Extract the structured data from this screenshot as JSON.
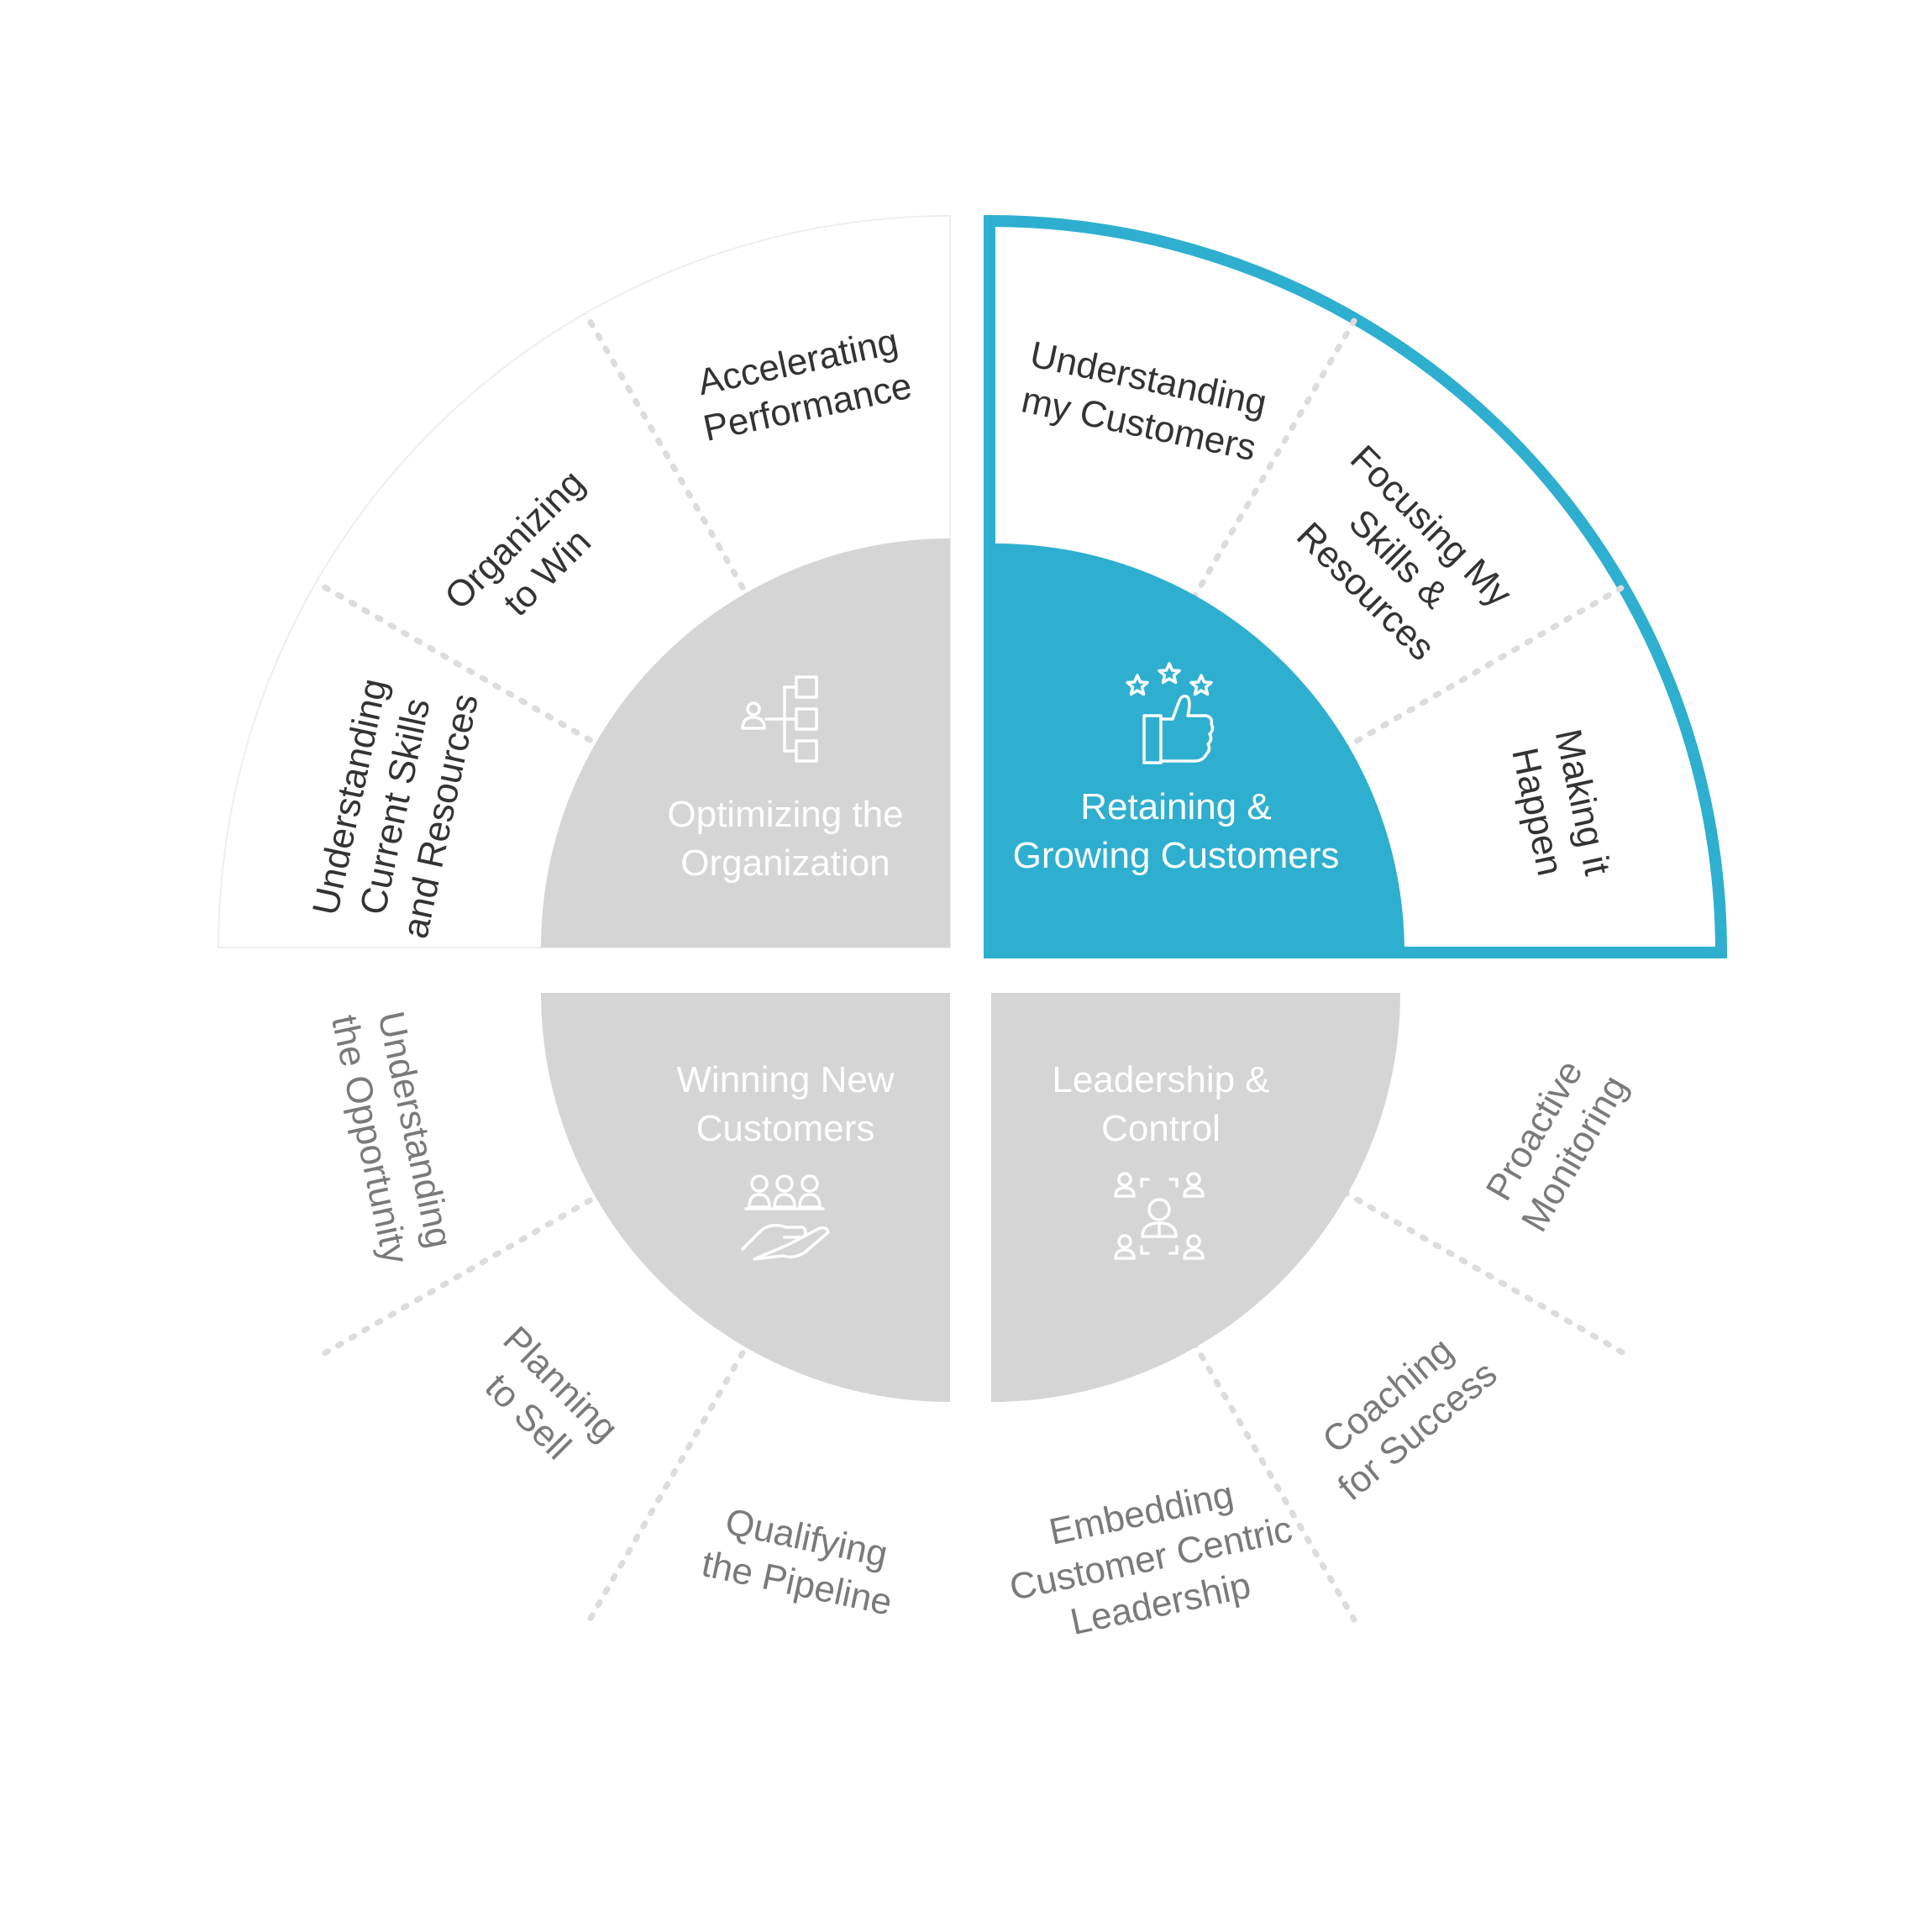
{
  "colors": {
    "accent": "#2eafd0",
    "hub_gray": "#d5d5d5",
    "divider": "#dcdcdc",
    "text_dark": "#333333",
    "text_gray": "#7a7a7a",
    "white": "#ffffff"
  },
  "quadrants": {
    "optimizing": {
      "title_line1": "Optimizing the",
      "title_line2": "Organization",
      "icon": "org-chart-icon",
      "segments": [
        {
          "line1": "Understanding",
          "line2": "Current Skills",
          "line3": "and Resources"
        },
        {
          "line1": "Organizing",
          "line2": "to Win"
        },
        {
          "line1": "Accelerating",
          "line2": "Performance"
        }
      ]
    },
    "retaining": {
      "title_line1": "Retaining &",
      "title_line2": "Growing Customers",
      "icon": "thumbs-up-stars-icon",
      "active": true,
      "segments": [
        {
          "line1": "Understanding",
          "line2": "my Customers"
        },
        {
          "line1": "Focusing My",
          "line2": "Skills &",
          "line3": "Resources"
        },
        {
          "line1": "Making it",
          "line2": "Happen"
        }
      ]
    },
    "winning": {
      "title_line1": "Winning New",
      "title_line2": "Customers",
      "icon": "hand-group-icon",
      "segments": [
        {
          "line1": "Understanding",
          "line2": "the Opportunity"
        },
        {
          "line1": "Planning",
          "line2": "to Sell"
        },
        {
          "line1": "Qualifying",
          "line2": "the Pipeline"
        }
      ]
    },
    "leadership": {
      "title_line1": "Leadership &",
      "title_line2": "Control",
      "icon": "team-leader-icon",
      "segments": [
        {
          "line1": "Proactive",
          "line2": "Monitoring"
        },
        {
          "line1": "Coaching",
          "line2": "for Success"
        },
        {
          "line1": "Embedding",
          "line2": "Customer Centric",
          "line3": "Leadership"
        }
      ]
    }
  }
}
